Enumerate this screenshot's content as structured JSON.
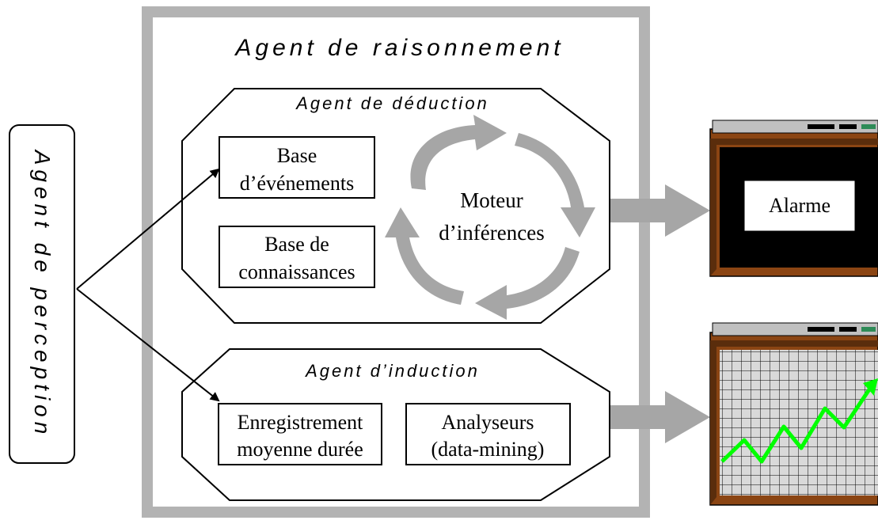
{
  "title": "Agent de raisonnement",
  "perception": {
    "label": "Agent de perception"
  },
  "deduction": {
    "title": "Agent de déduction",
    "events_line1": "Base",
    "events_line2": "d’événements",
    "knowledge_line1": "Base de",
    "knowledge_line2": "connaissances",
    "engine_line1": "Moteur",
    "engine_line2": "d’inférences"
  },
  "induction": {
    "title": "Agent d’induction",
    "recording_line1": "Enregistrement",
    "recording_line2": "moyenne durée",
    "analysers_line1": "Analyseurs",
    "analysers_line2": "(data-mining)"
  },
  "outputs": {
    "alarm_label": "Alarme"
  },
  "colors": {
    "frame_gray": "#b3b3b3",
    "monitor_brown": "#8b4513",
    "screen_black": "#000000",
    "trend_green": "#00ff00"
  }
}
